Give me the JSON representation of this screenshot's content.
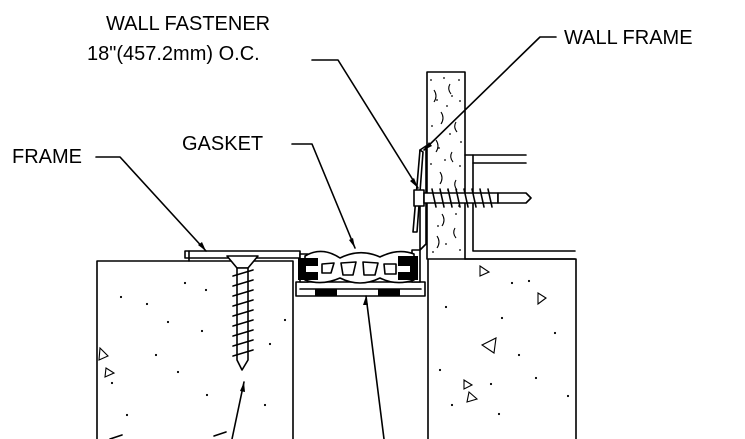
{
  "labels": {
    "wall_fastener": "WALL FASTENER",
    "fastener_spacing": "18\"(457.2mm) O.C.",
    "wall_frame": "WALL FRAME",
    "gasket": "GASKET",
    "frame": "FRAME"
  },
  "colors": {
    "line": "#000000",
    "background": "#ffffff"
  }
}
